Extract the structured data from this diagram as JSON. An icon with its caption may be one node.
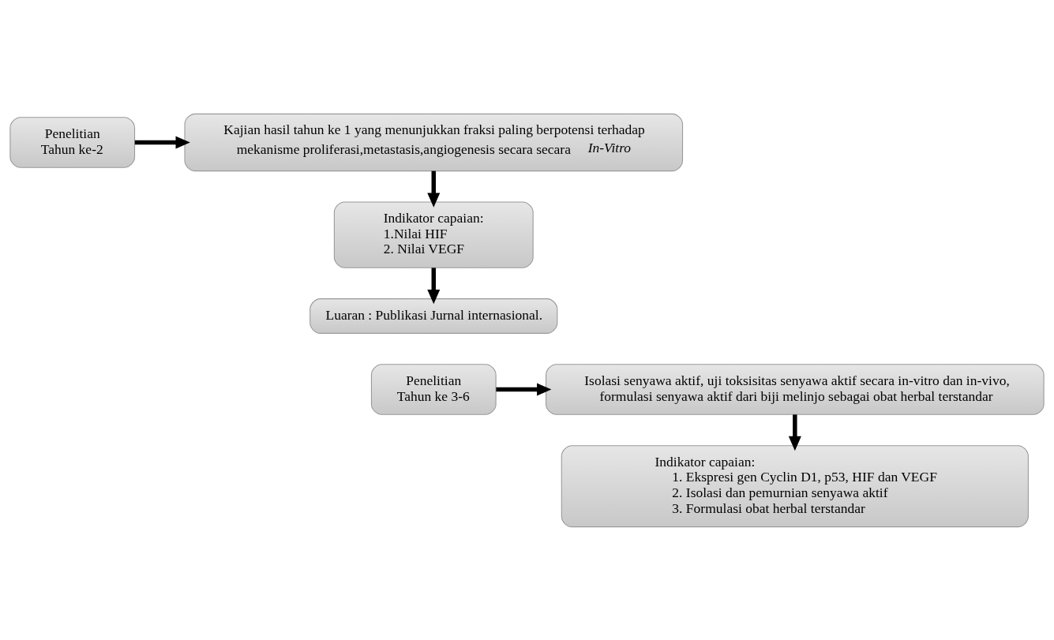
{
  "diagram": {
    "nodes": [
      {
        "text": [
          "Penelitian Tahun ke-2"
        ]
      },
      {
        "text": [
          "Kajian hasil tahun ke 1 yang menunjukkan fraksi paling berpotensi terhadap mekanisme proliferasi,metastasis,angiogenesis secara secara *In-Vitro*"
        ]
      },
      {
        "text": [
          "Indikator capaian:",
          "1.Nilai HIF",
          "2. Nilai VEGF"
        ]
      },
      {
        "text": [
          "Luaran : Publikasi Jurnal internasional."
        ]
      },
      {
        "text": [
          "Penelitian Tahun ke 3-6"
        ]
      },
      {
        "text": [
          "Isolasi senyawa aktif, uji toksisitas senyawa aktif secara in-vitro dan in-vivo, formulasi senyawa aktif dari biji melinjo sebagai obat herbal terstandar"
        ]
      },
      {
        "text": [
          "Indikator capaian:",
          "1. Ekspresi gen Cyclin D1, p53, HIF dan VEGF",
          "2. Isolasi dan pemurnian senyawa aktif",
          "3. Formulasi obat herbal terstandar"
        ]
      }
    ],
    "edges": [
      {
        "from": 0,
        "to": 1,
        "arrow": "to"
      },
      {
        "from": 1,
        "to": 2,
        "arrow": "to"
      },
      {
        "from": 2,
        "to": 3,
        "arrow": "to"
      },
      {
        "from": 4,
        "to": 5,
        "arrow": "to"
      },
      {
        "from": 5,
        "to": 6,
        "arrow": "to"
      }
    ]
  }
}
